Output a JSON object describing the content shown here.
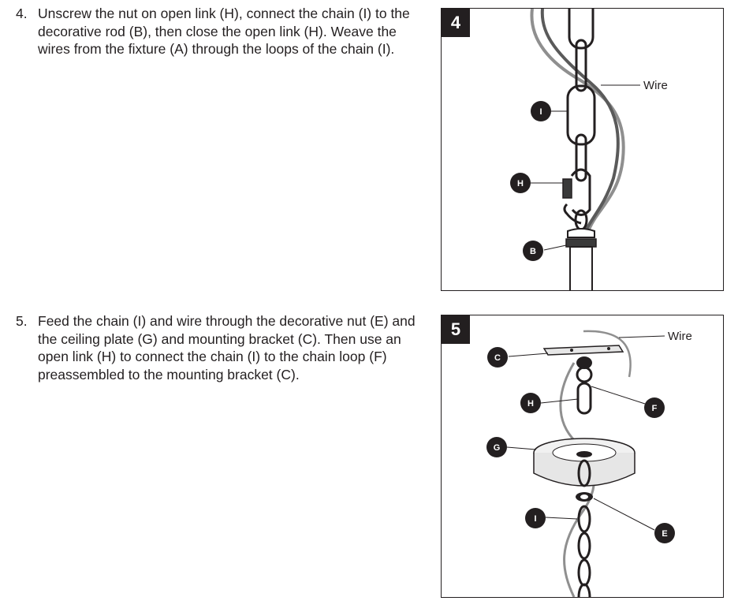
{
  "steps": [
    {
      "number": "4.",
      "text": "Unscrew the nut on open link (H), connect the chain (I) to the decorative rod (B), then close the open link (H). Weave the wires from the fixture (A) through the loops of the chain (I)."
    },
    {
      "number": "5.",
      "text": "Feed the chain (I) and wire through the decorative nut (E) and the ceiling plate (G) and mounting bracket (C). Then use an open link (H) to connect the chain (I) to the chain loop (F) preassembled to the mounting bracket (C)."
    }
  ],
  "figures": [
    {
      "badge": "4",
      "wire_label": "Wire",
      "labels": {
        "chain": "I",
        "open_link": "H",
        "rod": "B"
      }
    },
    {
      "badge": "5",
      "wire_label": "Wire",
      "labels": {
        "bracket": "C",
        "open_link": "H",
        "chain_loop": "F",
        "ceiling_plate": "G",
        "chain": "I",
        "nut": "E"
      }
    }
  ]
}
